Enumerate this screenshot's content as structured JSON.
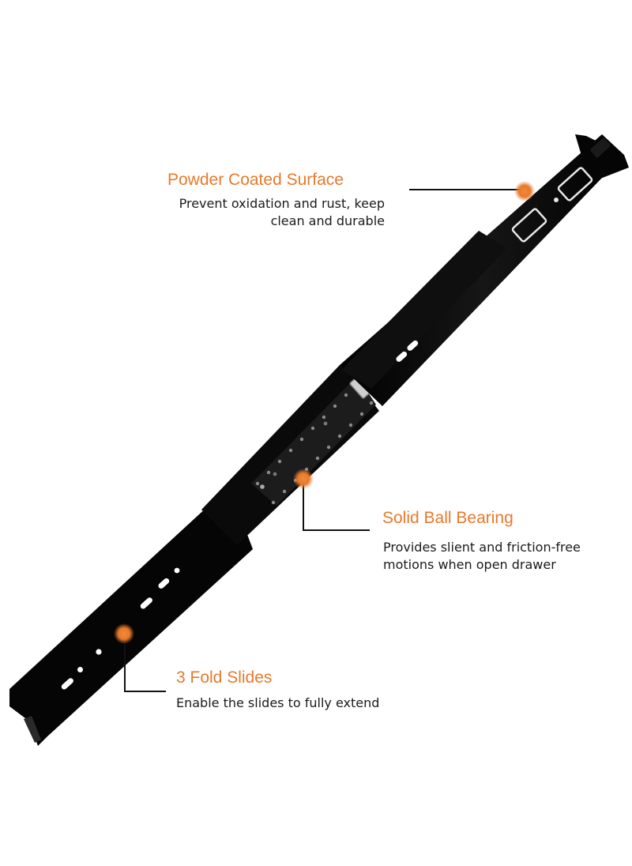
{
  "accent_color": "#e8792b",
  "callouts": {
    "surface": {
      "title": "Powder Coated Surface",
      "lines": [
        "Prevent oxidation and rust, keep",
        "clean and durable"
      ]
    },
    "bearing": {
      "title": "Solid Ball Bearing",
      "lines": [
        "Provides slient and friction-free",
        "motions when open drawer"
      ]
    },
    "slides": {
      "title": "3 Fold Slides",
      "lines": [
        "Enable the slides to fully extend"
      ]
    }
  }
}
